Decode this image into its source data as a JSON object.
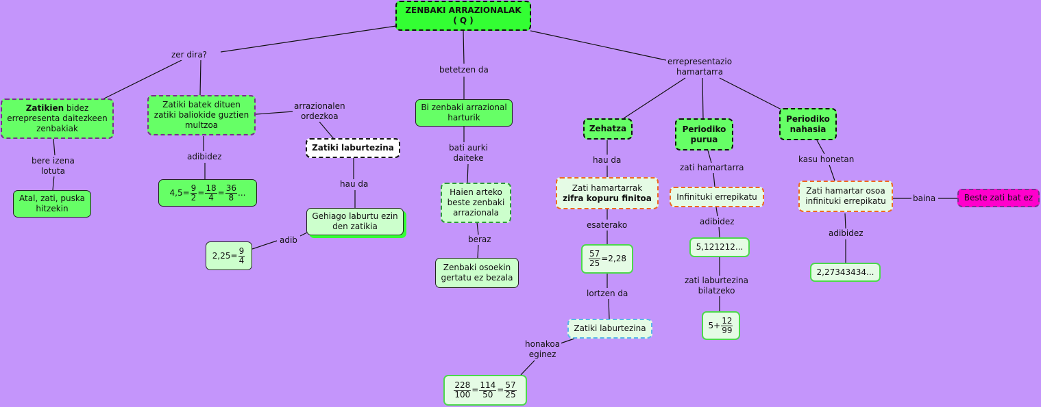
{
  "root": {
    "line1": "ZENBAKI ARRAZIONALAK",
    "line2": "( Q )"
  },
  "labels": {
    "zer_dira": "zer dira?",
    "betetzen_da": "betetzen da",
    "errepresentazio_1": "errepresentazio",
    "errepresentazio_2": "hamartarra",
    "bere_izena_1": "bere izena",
    "bere_izena_2": "lotuta",
    "adibidez_a": "adibidez",
    "arrazionalen_1": "arrazionalen",
    "arrazionalen_2": "ordezkoa",
    "hau_da_a": "hau da",
    "adib": "adib",
    "bati_aurki_1": "bati aurki",
    "bati_aurki_2": "daiteke",
    "beraz": "beraz",
    "hau_da_b": "hau da",
    "esaterako": "esaterako",
    "lortzen_da": "lortzen da",
    "honakoa_1": "honakoa",
    "honakoa_2": "eginez",
    "zati_hamartarra": "zati hamartarra",
    "adibidez_b": "adibidez",
    "zati_laburtezina_1": "zati laburtezina",
    "zati_laburtezina_2": "bilatzeko",
    "kasu_honetan": "kasu honetan",
    "adibidez_c": "adibidez",
    "baina": "baina"
  },
  "nodes": {
    "zatikien_bold": "Zatikien",
    "zatikien_rest1": " bidez",
    "zatikien_line2": "errepresenta daitezkeen",
    "zatikien_line3": "zenbakiak",
    "atal_1": "Atal, zati, puska",
    "atal_2": "hitzekin",
    "zatiki_batek_1": "Zatiki batek dituen",
    "zatiki_batek_2": "zatiki baliokide guztien",
    "zatiki_batek_3": "multzoa",
    "example_45": {
      "lead": "4,5=",
      "f1n": "9",
      "f1d": "2",
      "eq1": "=",
      "f2n": "18",
      "f2d": "4",
      "eq2": "=",
      "f3n": "36",
      "f3d": "8",
      "tail": "..."
    },
    "zatiki_laburtezina_bold": "Zatiki laburtezina",
    "gehiago_1": "Gehiago laburtu ezin",
    "gehiago_2": "den zatikia",
    "example_225": {
      "lead": "2,25=",
      "fn": "9",
      "fd": "4"
    },
    "bi_zenbaki_1": "Bi zenbaki arrazional",
    "bi_zenbaki_2": "harturik",
    "haien_1": "Haien arteko",
    "haien_2": "beste zenbaki",
    "haien_3": "arrazionala",
    "zenbaki_osoekin_1": "Zenbaki osoekin",
    "zenbaki_osoekin_2": "gertatu ez bezala",
    "zehatza": "Zehatza",
    "periodiko_purua_1": "Periodiko",
    "periodiko_purua_2": "purua",
    "periodiko_nahasia_1": "Periodiko",
    "periodiko_nahasia_2": "nahasia",
    "zati_ham_1": "Zati hamartarrak",
    "zati_ham_2": "zifra kopuru finitoa",
    "example_5725": {
      "fn": "57",
      "fd": "25",
      "tail": "=2,28"
    },
    "zatiki_laburtezina_plain": "Zatiki laburtezina",
    "example_228": {
      "f1n": "228",
      "f1d": "100",
      "eq1": "=",
      "f2n": "114",
      "f2d": "50",
      "eq2": "=",
      "f3n": "57",
      "f3d": "25"
    },
    "infinituki": "Infinituki errepikatu",
    "num_5121212": "5,121212...",
    "example_5_12_99": {
      "lead": "5+",
      "fn": "12",
      "fd": "99"
    },
    "zati_osoa_1": "Zati hamartar osoa",
    "zati_osoa_2": "infinituki errepikatu",
    "num_2273": "2,27343434...",
    "beste_zati": "Beste zati bat ez"
  },
  "colors": {
    "background": "#c495fb",
    "bright_green": "#33ff33",
    "green": "#66ff66",
    "pale_green": "#ccffcc",
    "magenta": "#ff00cc",
    "link": "#111111"
  }
}
